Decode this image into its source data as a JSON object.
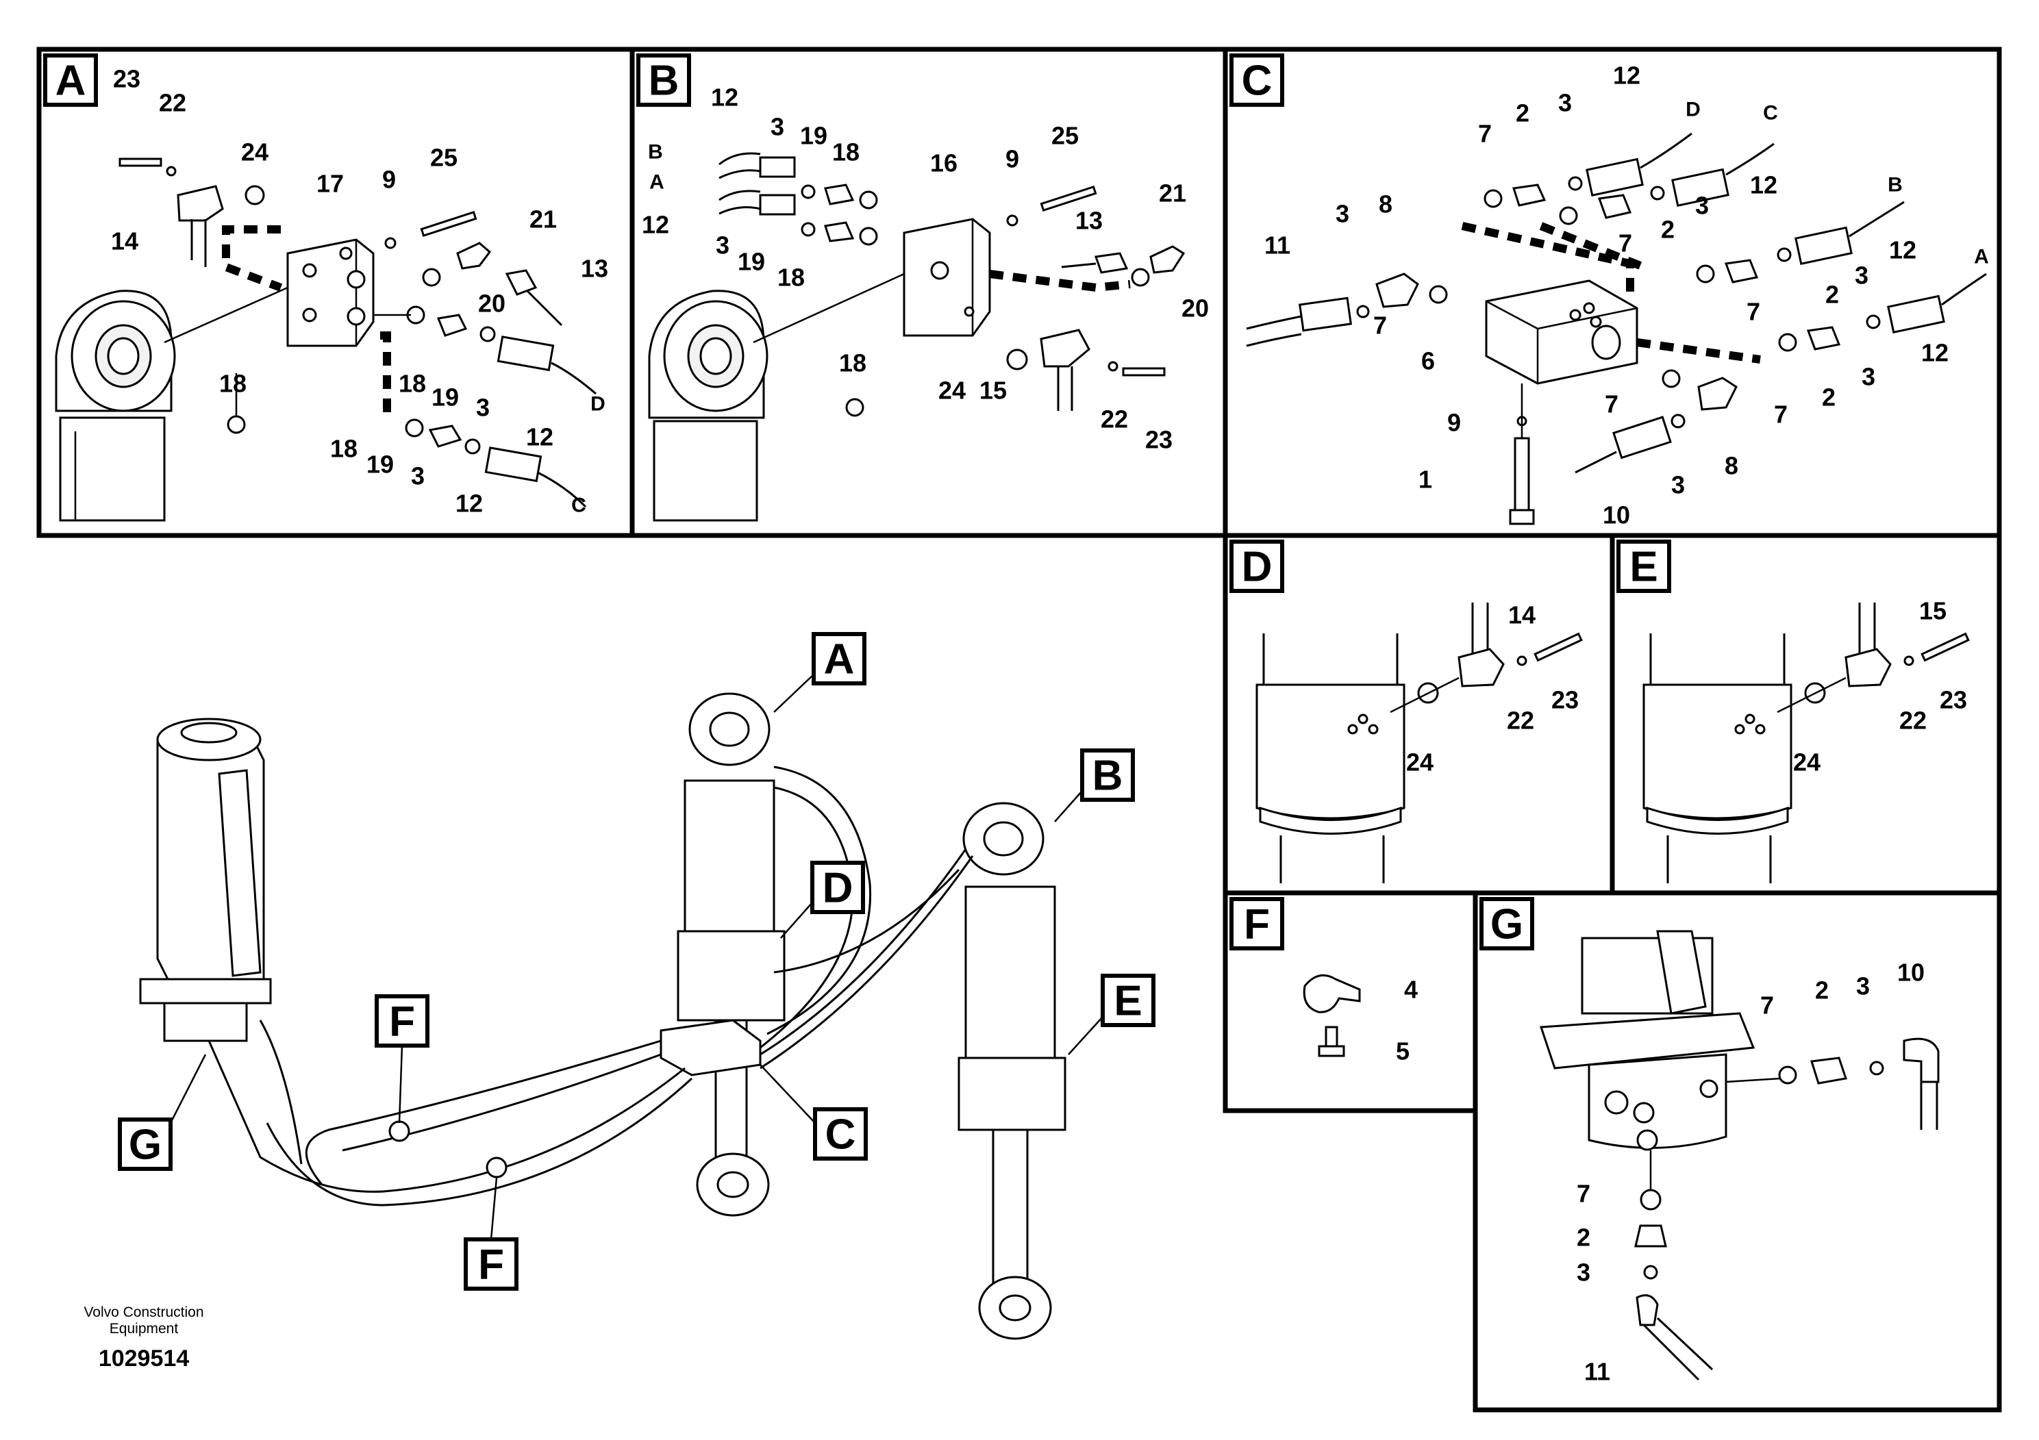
{
  "panels": {
    "A": {
      "tag": "A",
      "callouts": [
        "23",
        "22",
        "24",
        "17",
        "9",
        "25",
        "21",
        "14",
        "13",
        "20",
        "18",
        "18",
        "19",
        "3",
        "12",
        "D",
        "18",
        "19",
        "3",
        "12",
        "C"
      ]
    },
    "B": {
      "tag": "B",
      "callouts": [
        "12",
        "3",
        "19",
        "18",
        "16",
        "9",
        "25",
        "B",
        "A",
        "12",
        "3",
        "19",
        "18",
        "13",
        "21",
        "20",
        "18",
        "24",
        "15",
        "22",
        "23"
      ]
    },
    "C": {
      "tag": "C",
      "callouts": [
        "12",
        "D",
        "7",
        "2",
        "3",
        "C",
        "12",
        "3",
        "2",
        "7",
        "B",
        "12",
        "8",
        "3",
        "11",
        "7",
        "3",
        "2",
        "A",
        "7",
        "12",
        "6",
        "7",
        "2",
        "3",
        "9",
        "7",
        "8",
        "1",
        "3",
        "10"
      ]
    },
    "D": {
      "tag": "D",
      "callouts": [
        "14",
        "22",
        "23",
        "24"
      ]
    },
    "E": {
      "tag": "E",
      "callouts": [
        "15",
        "22",
        "23",
        "24"
      ]
    },
    "F": {
      "tag": "F",
      "callouts": [
        "4",
        "5"
      ]
    },
    "G": {
      "tag": "G",
      "callouts": [
        "10",
        "7",
        "2",
        "3",
        "7",
        "2",
        "3",
        "11"
      ]
    }
  },
  "overview_tags": [
    "A",
    "B",
    "D",
    "E",
    "F",
    "C",
    "G",
    "F"
  ],
  "footer": {
    "brand": "Volvo Construction Equipment",
    "drawing_number": "1029514"
  }
}
